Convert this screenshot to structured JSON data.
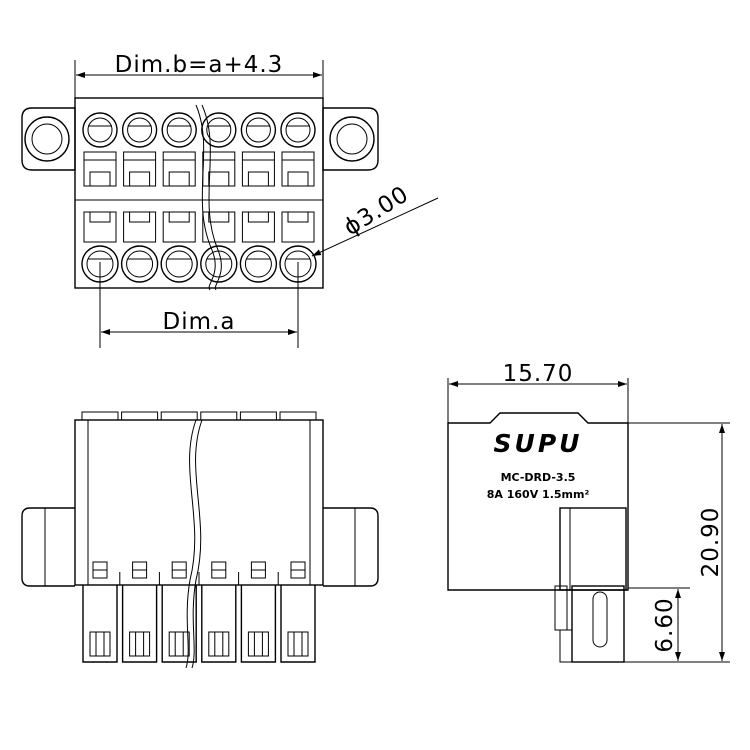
{
  "top_view": {
    "dim_b_label": "Dim.b=a+4.3",
    "dim_a_label": "Dim.a",
    "hole_diameter_label": "ϕ3.00",
    "pin_count": 6
  },
  "side_view": {
    "width_label": "15.70",
    "height_label": "20.90",
    "lower_label": "6.60",
    "brand": "SUPU",
    "model": "MC-DRD-3.5",
    "rating": "8A  160V  1.5mm²"
  }
}
